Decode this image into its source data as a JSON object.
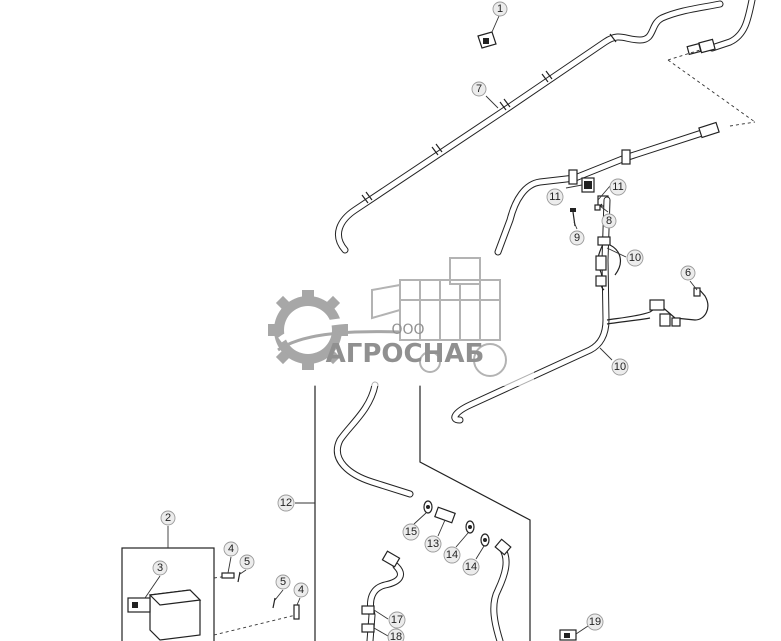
{
  "diagram": {
    "callouts": [
      "1",
      "2",
      "3",
      "4",
      "5",
      "5",
      "4",
      "6",
      "7",
      "8",
      "9",
      "10",
      "10",
      "11",
      "11",
      "12",
      "13",
      "14",
      "14",
      "15",
      "17",
      "18",
      "19"
    ]
  },
  "watermark": {
    "company_prefix": "ООО",
    "company_name": "АГРОСНАБ"
  },
  "colors": {
    "line": "#222222",
    "callout_fill": "#ececec",
    "watermark_gray": "#6c6c6c"
  }
}
